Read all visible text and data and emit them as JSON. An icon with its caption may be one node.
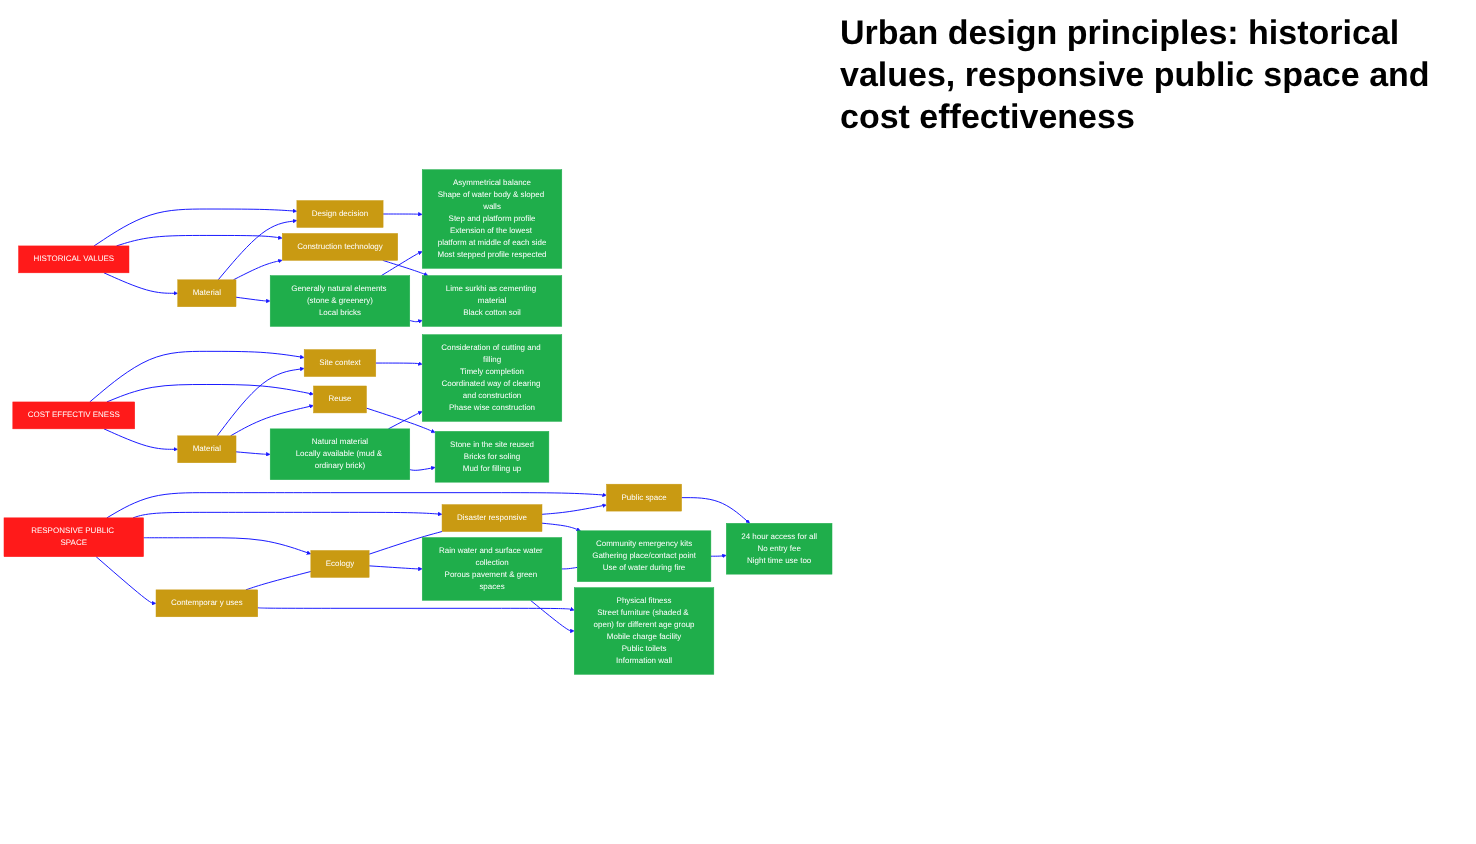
{
  "diagram": {
    "title": "Urban design principles: historical values, responsive public space and cost effectiveness",
    "nodes": [
      {
        "text": [
          "HISTORICAL VALUES"
        ]
      },
      {
        "text": [
          "Design decision"
        ]
      },
      {
        "text": [
          "Material"
        ]
      },
      {
        "text": [
          "Construction technology"
        ]
      },
      {
        "text": [
          "Asymmetrical balance",
          "Shape of water body & sloped walls",
          "Step and platform profile",
          "Extension of the lowest platform at middle of each side",
          "Most stepped profile respected"
        ]
      },
      {
        "text": [
          "Generally natural elements (stone & greenery)",
          "Local bricks"
        ]
      },
      {
        "text": [
          "Lime surkhi as cementing material",
          "Black cotton soil"
        ]
      },
      {
        "text": [
          "COST EFFECTIV ENESS"
        ]
      },
      {
        "text": [
          "Site context"
        ]
      },
      {
        "text": [
          "Material"
        ]
      },
      {
        "text": [
          "Reuse"
        ]
      },
      {
        "text": [
          "Consideration of cutting and filling",
          "Timely completion",
          "Coordinated way of clearing and construction",
          "Phase wise construction"
        ]
      },
      {
        "text": [
          "Natural material",
          "Locally available (mud & ordinary brick)"
        ]
      },
      {
        "text": [
          "Stone in the site reused",
          "Bricks for soling",
          "Mud for filling up"
        ]
      },
      {
        "text": [
          "RESPONSIVE PUBLIC SPACE"
        ]
      },
      {
        "text": [
          "Public space"
        ]
      },
      {
        "text": [
          "Disaster responsive"
        ]
      },
      {
        "text": [
          "Ecology"
        ]
      },
      {
        "text": [
          "Contemporar y uses"
        ]
      },
      {
        "text": [
          "24 hour access for all",
          "No entry fee",
          "Night time use too"
        ]
      },
      {
        "text": [
          "Community emergency kits",
          "Gathering place/contact point",
          "Use of water during fire"
        ]
      },
      {
        "text": [
          "Rain water and surface water collection",
          "Porous pavement & green spaces"
        ]
      },
      {
        "text": [
          "Physical fitness",
          "Street furniture (shaded & open) for different age group",
          "Mobile charge facility",
          "Public toilets",
          "Information wall"
        ]
      }
    ],
    "edges": [
      {
        "from": 0,
        "to": 1,
        "arrow": "to"
      },
      {
        "from": 0,
        "to": 2,
        "arrow": "to"
      },
      {
        "from": 0,
        "to": 3,
        "arrow": "to"
      },
      {
        "from": 1,
        "to": 4,
        "arrow": "to"
      },
      {
        "from": 2,
        "to": 5,
        "arrow": "to"
      },
      {
        "from": 3,
        "to": 6,
        "arrow": "to"
      },
      {
        "from": 2,
        "to": 1,
        "arrow": "to"
      },
      {
        "from": 2,
        "to": 3,
        "arrow": "to"
      },
      {
        "from": 5,
        "to": 4,
        "arrow": "to"
      },
      {
        "from": 5,
        "to": 6,
        "arrow": "to"
      },
      {
        "from": 7,
        "to": 8,
        "arrow": "to"
      },
      {
        "from": 7,
        "to": 9,
        "arrow": "to"
      },
      {
        "from": 7,
        "to": 10,
        "arrow": "to"
      },
      {
        "from": 8,
        "to": 11,
        "arrow": "to"
      },
      {
        "from": 9,
        "to": 12,
        "arrow": "to"
      },
      {
        "from": 10,
        "to": 13,
        "arrow": "to"
      },
      {
        "from": 9,
        "to": 8,
        "arrow": "to"
      },
      {
        "from": 9,
        "to": 10,
        "arrow": "to"
      },
      {
        "from": 12,
        "to": 11,
        "arrow": "to"
      },
      {
        "from": 12,
        "to": 13,
        "arrow": "to"
      },
      {
        "from": 14,
        "to": 15,
        "arrow": "to"
      },
      {
        "from": 14,
        "to": 16,
        "arrow": "to"
      },
      {
        "from": 14,
        "to": 17,
        "arrow": "to"
      },
      {
        "from": 14,
        "to": 18,
        "arrow": "to"
      },
      {
        "from": 15,
        "to": 19,
        "arrow": "to"
      },
      {
        "from": 16,
        "to": 20,
        "arrow": "to"
      },
      {
        "from": 17,
        "to": 21,
        "arrow": "to"
      },
      {
        "from": 18,
        "to": 22,
        "arrow": "to"
      },
      {
        "from": 16,
        "to": 15,
        "arrow": "to"
      },
      {
        "from": 17,
        "to": 16,
        "arrow": "none"
      },
      {
        "from": 18,
        "to": 17,
        "arrow": "none"
      },
      {
        "from": 20,
        "to": 19,
        "arrow": "to"
      },
      {
        "from": 21,
        "to": 20,
        "arrow": "none"
      },
      {
        "from": 21,
        "to": 22,
        "arrow": "to"
      }
    ]
  }
}
